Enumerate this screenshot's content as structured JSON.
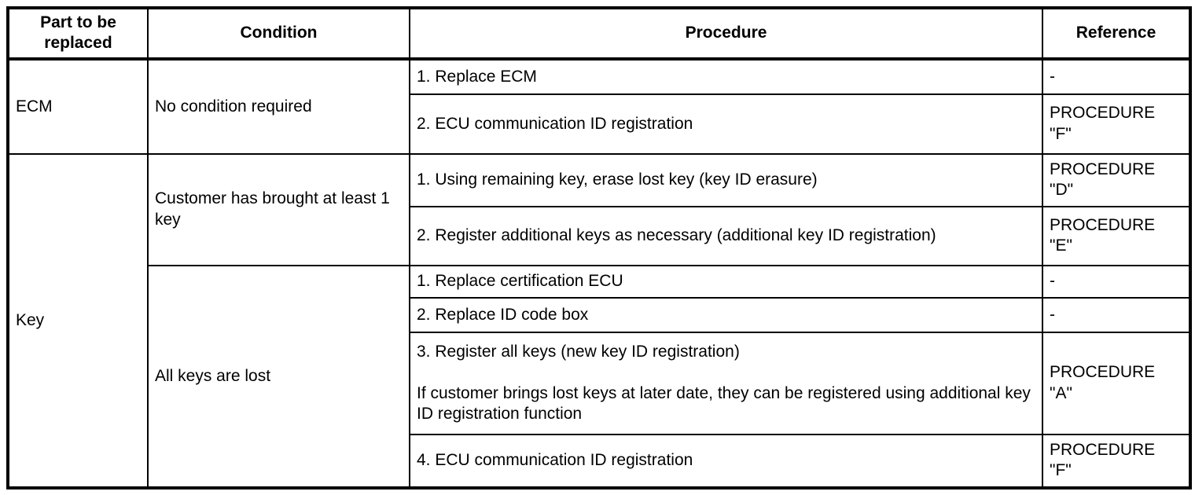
{
  "table": {
    "headers": [
      "Part to be replaced",
      "Condition",
      "Procedure",
      "Reference"
    ],
    "sections": [
      {
        "part": "ECM",
        "conditions": [
          {
            "condition": "No condition required",
            "steps": [
              {
                "procedure": "1. Replace ECM",
                "reference": "-"
              },
              {
                "procedure": "2. ECU communication ID registration",
                "reference": "PROCEDURE\n\"F\""
              }
            ]
          }
        ]
      },
      {
        "part": "Key",
        "conditions": [
          {
            "condition": "Customer has brought at least 1 key",
            "steps": [
              {
                "procedure": "1. Using remaining key, erase lost key (key ID erasure)",
                "reference": "PROCEDURE\n\"D\""
              },
              {
                "procedure": "2. Register additional keys as necessary (additional key ID registration)",
                "reference": "PROCEDURE\n\"E\""
              }
            ]
          },
          {
            "condition": "All keys are lost",
            "steps": [
              {
                "procedure": "1. Replace certification ECU",
                "reference": "-"
              },
              {
                "procedure": "2. Replace ID code box",
                "reference": "-"
              },
              {
                "procedure": "3. Register all keys (new key ID registration)\n\nIf customer brings lost keys at later date, they can be registered using additional key ID registration function",
                "reference": "PROCEDURE\n\"A\""
              },
              {
                "procedure": "4. ECU communication ID registration",
                "reference": "PROCEDURE\n\"F\""
              }
            ]
          }
        ]
      }
    ]
  }
}
